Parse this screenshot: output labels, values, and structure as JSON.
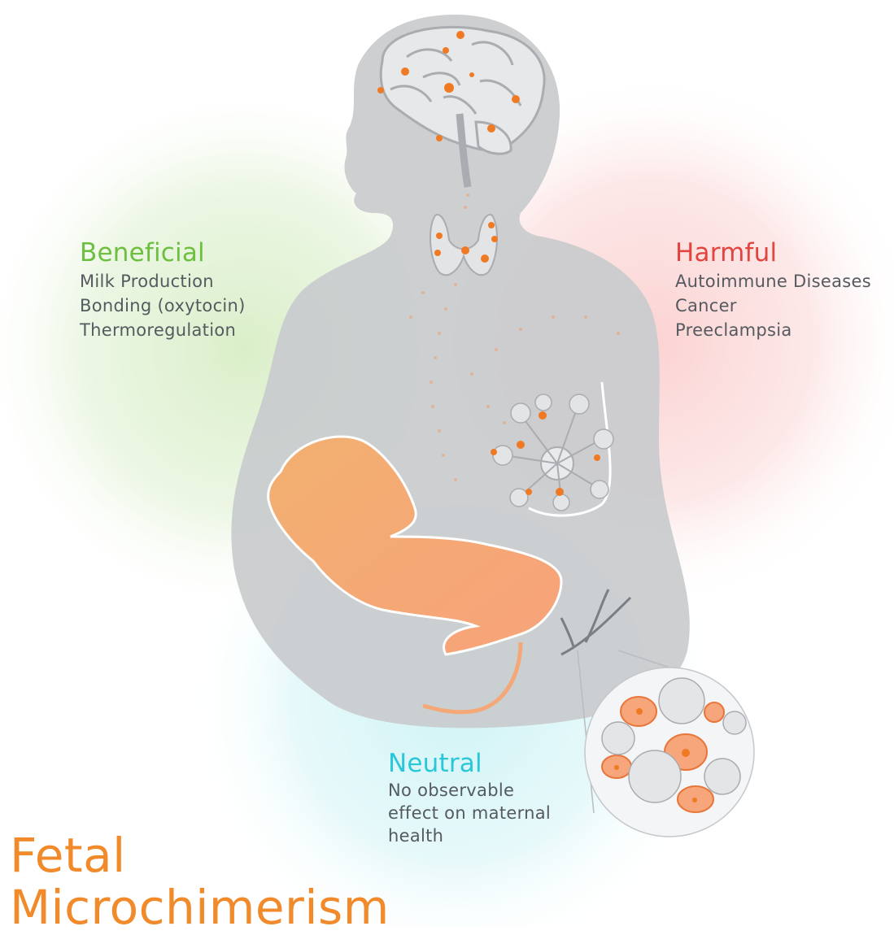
{
  "title": {
    "line1": "Fetal",
    "line2": "Microchimerism"
  },
  "categories": {
    "beneficial": {
      "label": "Beneficial",
      "color": "#6dbf3f",
      "items": [
        "Milk Production",
        "Bonding (oxytocin)",
        "Thermoregulation"
      ]
    },
    "harmful": {
      "label": "Harmful",
      "color": "#e2443f",
      "items": [
        "Autoimmune Diseases",
        "Cancer",
        "Preeclampsia"
      ]
    },
    "neutral": {
      "label": "Neutral",
      "color": "#28c8d9",
      "items": [
        "No observable",
        "effect on maternal",
        "health"
      ]
    }
  },
  "colors": {
    "fetal_cell": "#f07a23",
    "silhouette": "#c9cbcd",
    "baby": "#f5a877",
    "title": "#f08a2a"
  }
}
